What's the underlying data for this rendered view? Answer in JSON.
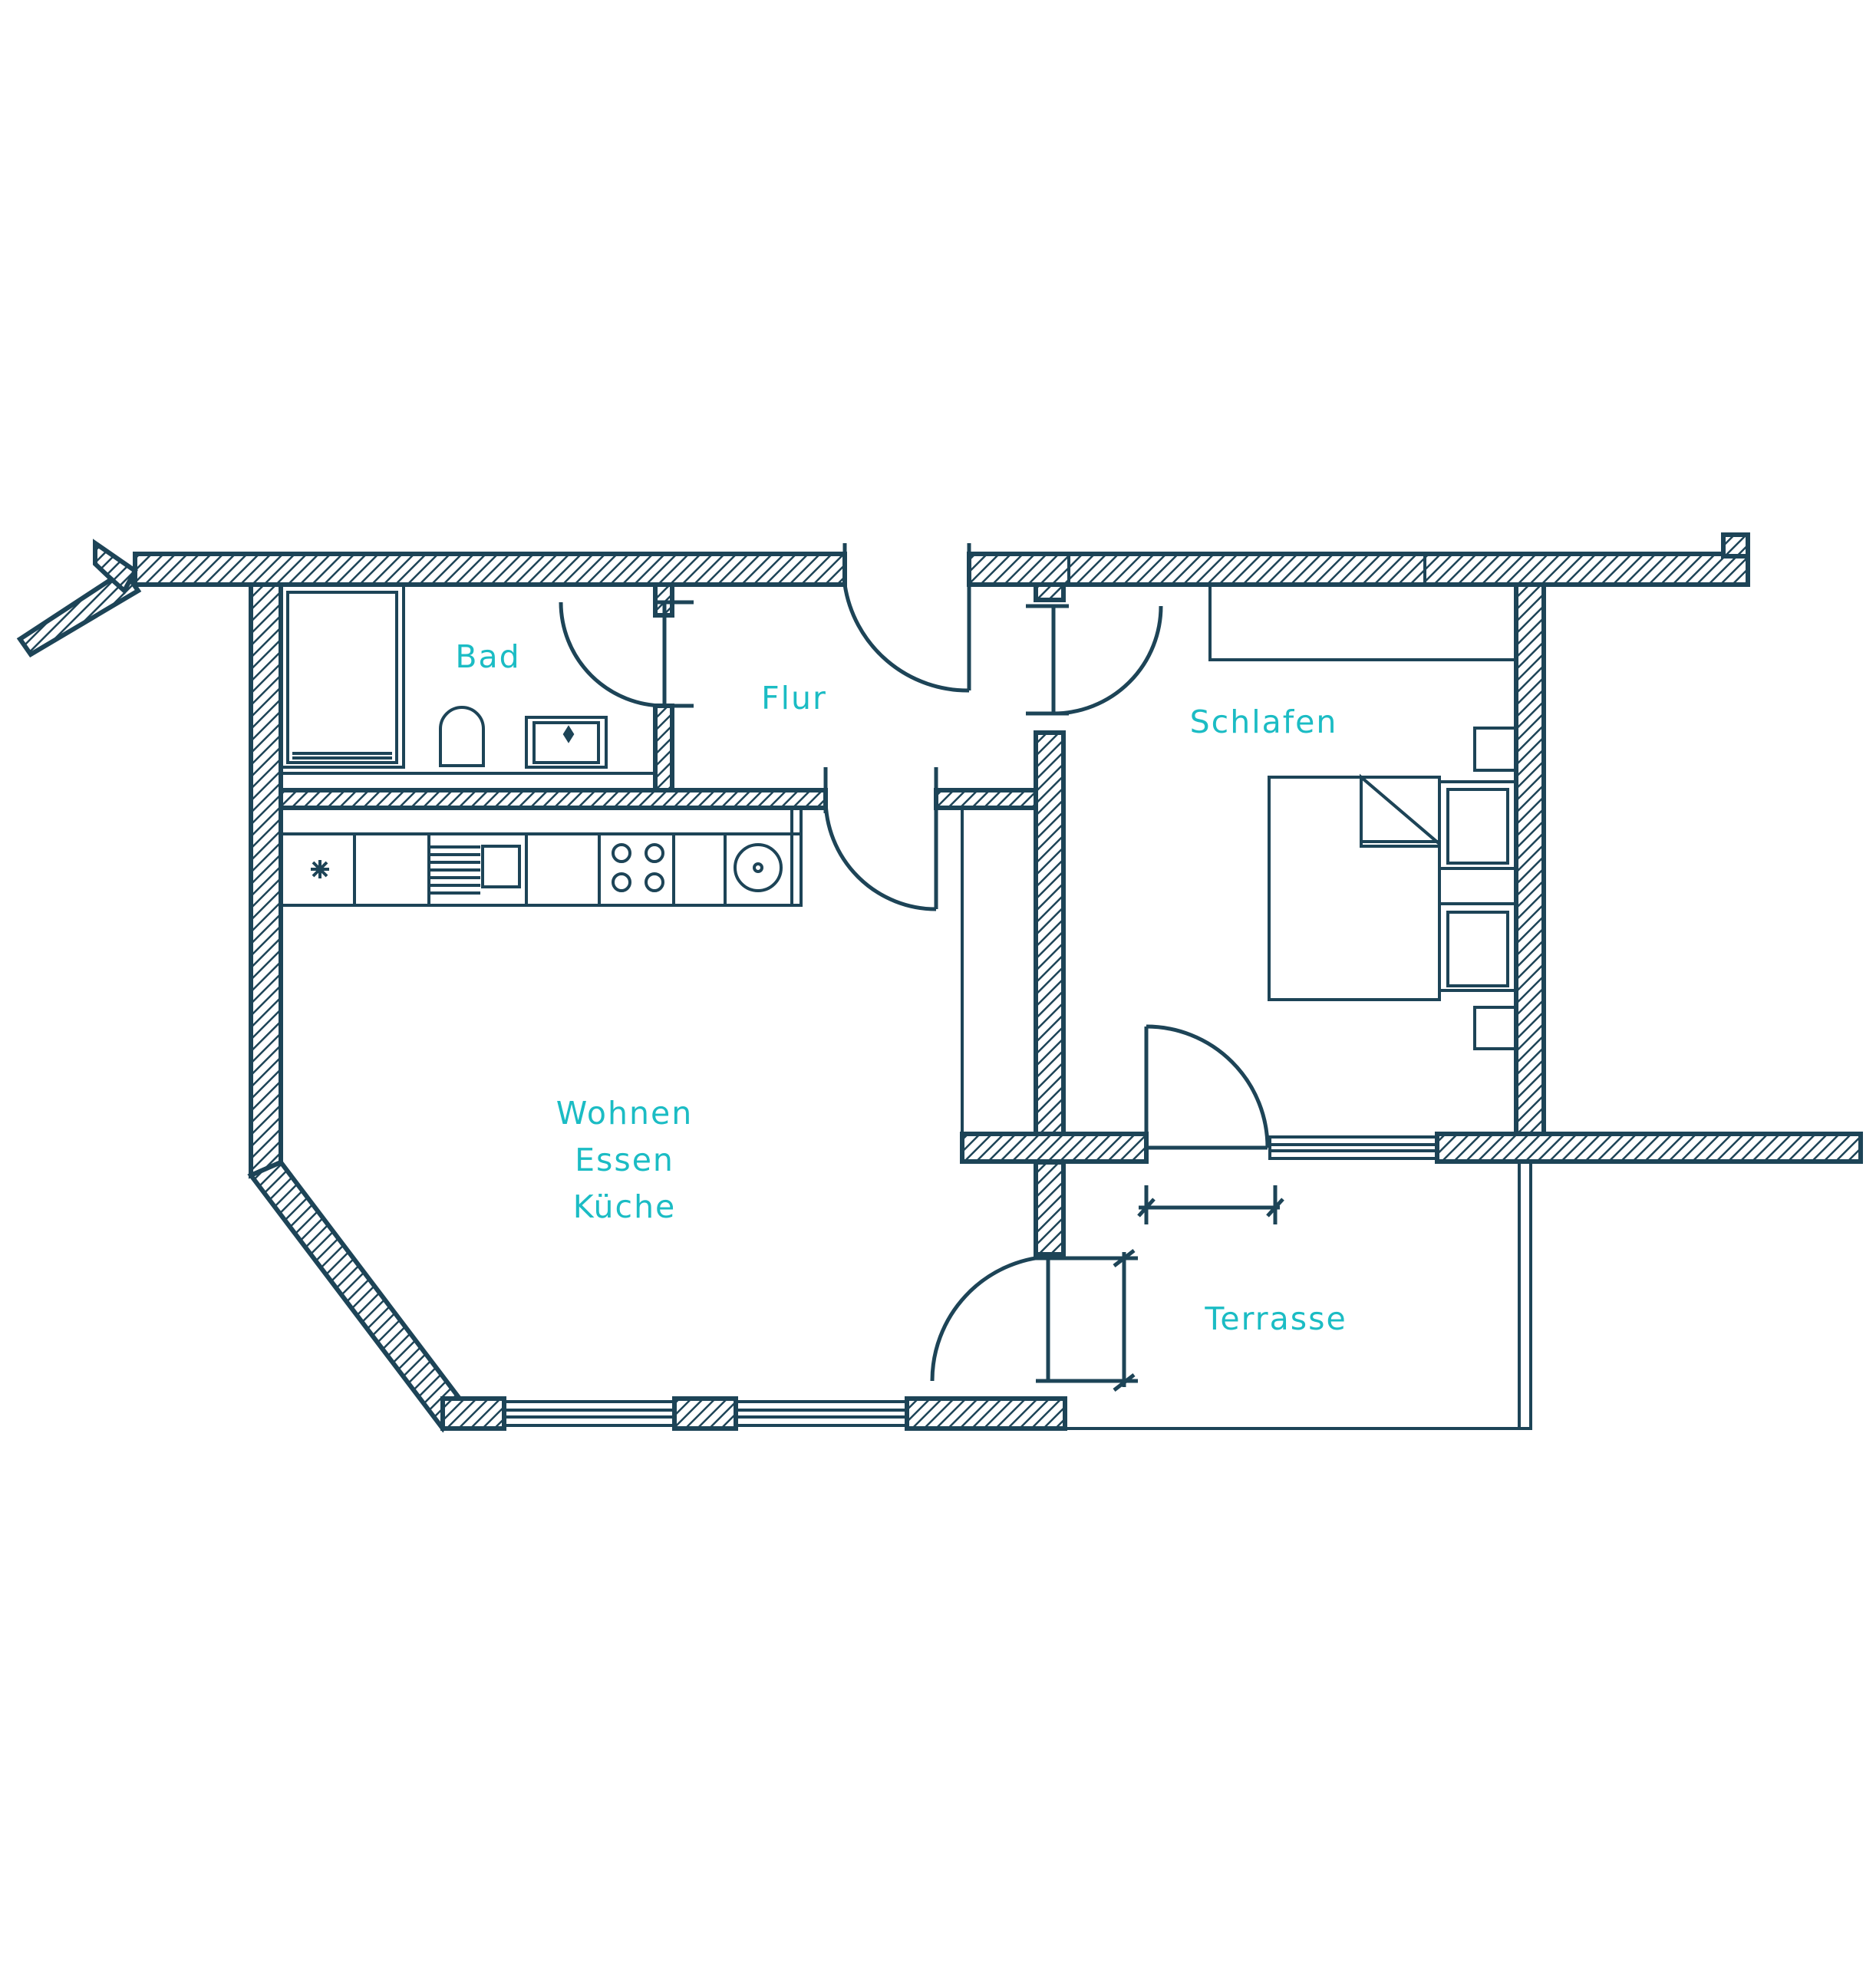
{
  "colors": {
    "line": "#1d4457",
    "label": "#1bbcc4",
    "background": "#ffffff"
  },
  "rooms": {
    "bad": "Bad",
    "flur": "Flur",
    "schlafen": "Schlafen",
    "wohnen": "Wohnen",
    "essen": "Essen",
    "kueche": "Küche",
    "terrasse": "Terrasse"
  }
}
